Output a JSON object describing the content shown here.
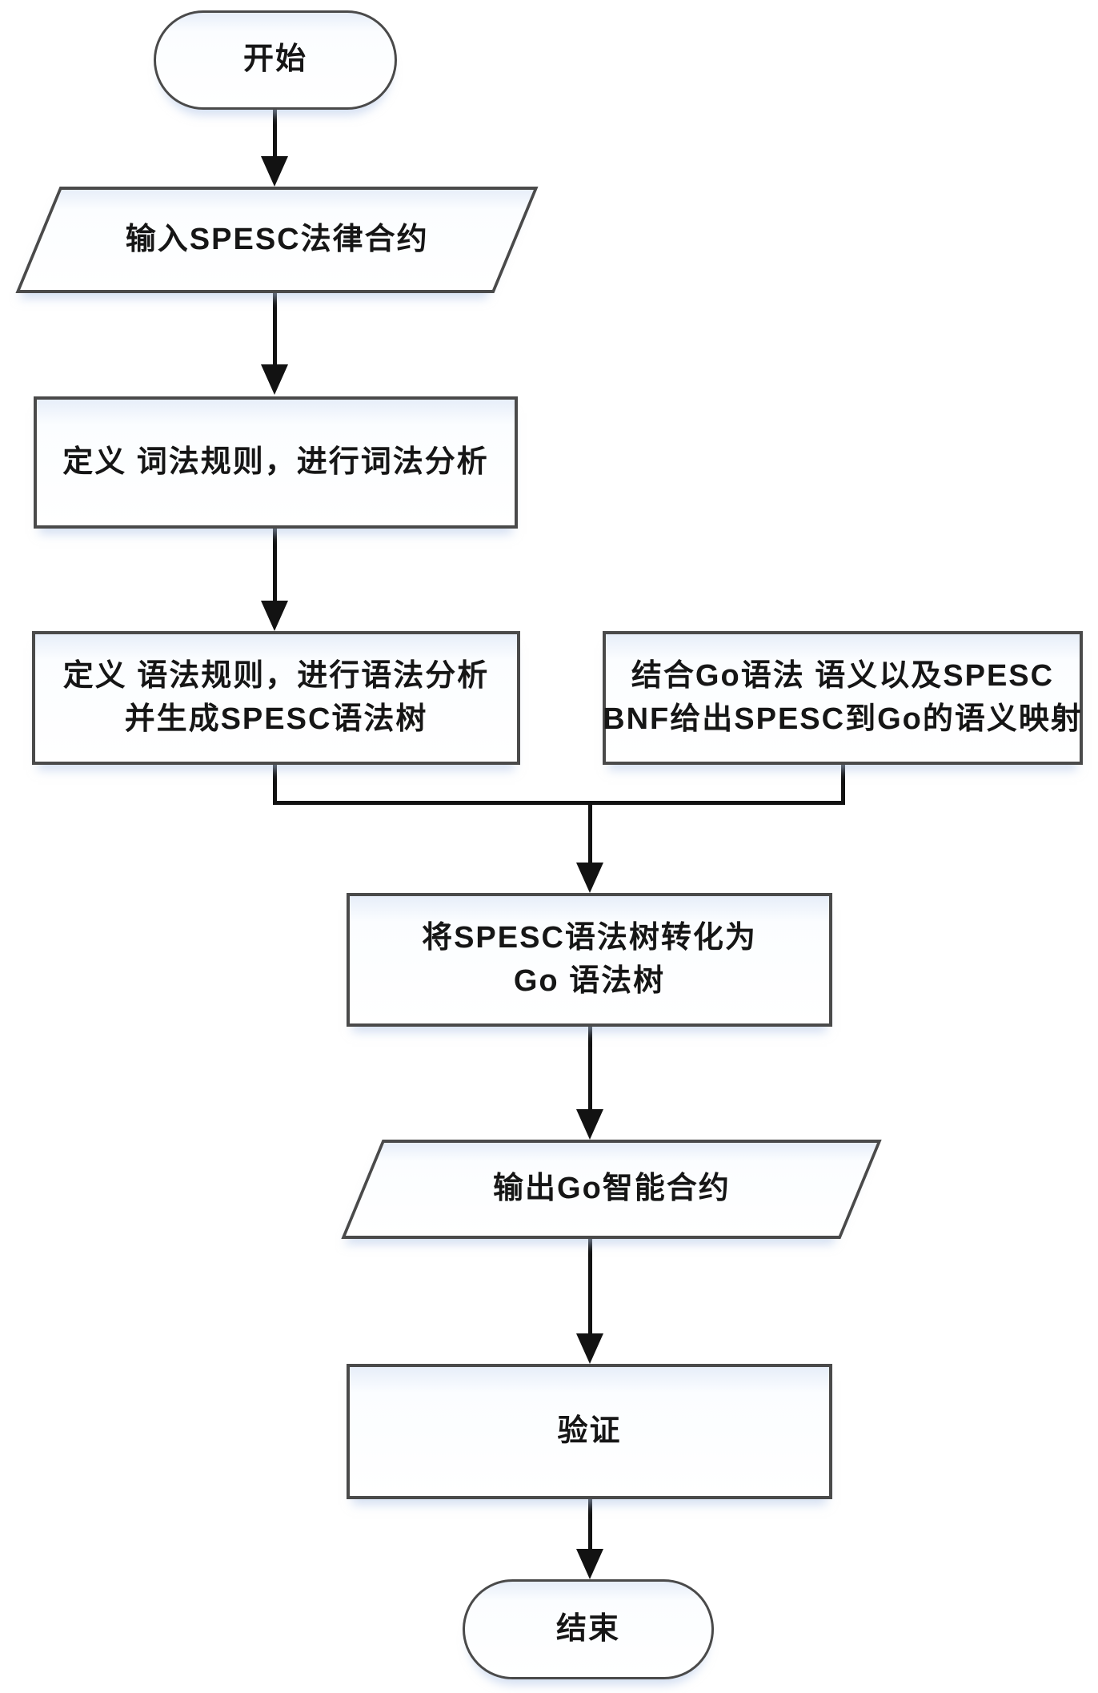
{
  "figure": {
    "type": "flowchart",
    "language": "zh-CN",
    "colors": {
      "background": "#ffffff",
      "shape_border": "#4a4a4a",
      "shape_fill_top_tint": "#e7eef9",
      "connector": "#121212",
      "text": "#161616"
    },
    "nodes": {
      "start": {
        "shape": "stadium",
        "label": "开始"
      },
      "input": {
        "shape": "parallelogram",
        "label": "输入SPESC法律合约"
      },
      "lex": {
        "shape": "rectangle",
        "label": "定义 词法规则，进行词法分析"
      },
      "syntax": {
        "shape": "rectangle",
        "line1": "定义 语法规则，进行语法分析",
        "line2": "并生成SPESC语法树"
      },
      "mapping": {
        "shape": "rectangle",
        "line1": "结合Go语法 语义以及SPESC",
        "line2": "BNF给出SPESC到Go的语义映射"
      },
      "convert": {
        "shape": "rectangle",
        "line1": "将SPESC语法树转化为",
        "line2": "Go 语法树"
      },
      "output": {
        "shape": "parallelogram",
        "label": "输出Go智能合约"
      },
      "verify": {
        "shape": "rectangle",
        "label": "验证"
      },
      "end": {
        "shape": "stadium",
        "label": "结束"
      }
    },
    "edges": [
      {
        "from": "start",
        "to": "input"
      },
      {
        "from": "input",
        "to": "lex"
      },
      {
        "from": "lex",
        "to": "syntax"
      },
      {
        "from": "syntax",
        "to": "convert",
        "via": "merge-junction"
      },
      {
        "from": "mapping",
        "to": "convert",
        "via": "merge-junction"
      },
      {
        "from": "convert",
        "to": "output"
      },
      {
        "from": "output",
        "to": "verify"
      },
      {
        "from": "verify",
        "to": "end"
      }
    ]
  }
}
